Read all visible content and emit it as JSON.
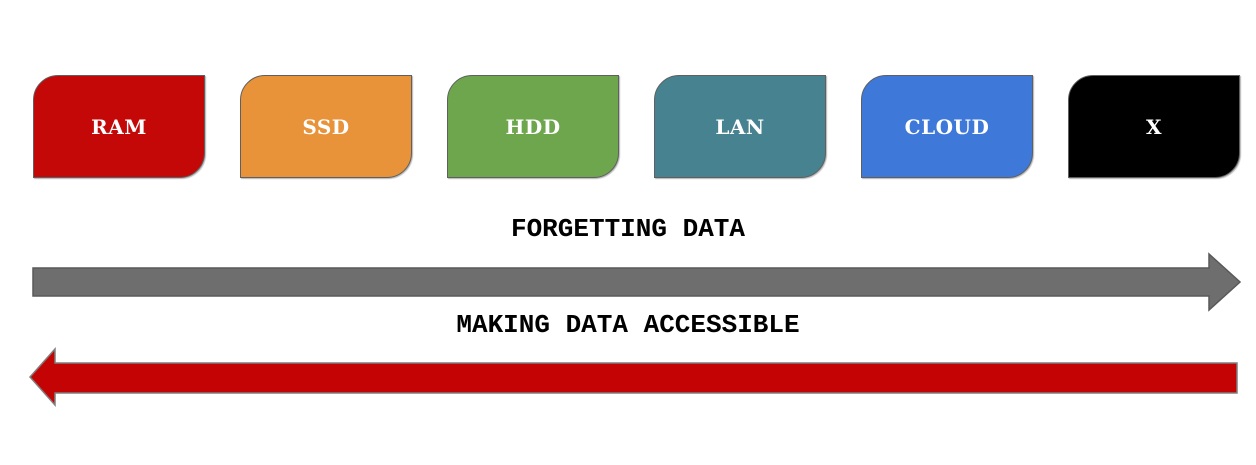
{
  "page": {
    "background": "#FFFFFF"
  },
  "boxes": [
    {
      "label": "RAM",
      "fill": "#C40808",
      "text_color": "#FFFFFF"
    },
    {
      "label": "SSD",
      "fill": "#E89239",
      "text_color": "#FFFFFF"
    },
    {
      "label": "HDD",
      "fill": "#6EA64D",
      "text_color": "#FFFFFF"
    },
    {
      "label": "LAN",
      "fill": "#46828F",
      "text_color": "#FFFFFF"
    },
    {
      "label": "CLOUD",
      "fill": "#3E78D8",
      "text_color": "#FFFFFF"
    },
    {
      "label": "X",
      "fill": "#000000",
      "text_color": "#FFFFFF"
    }
  ],
  "arrows": [
    {
      "label": "FORGETTING DATA",
      "direction": "right",
      "fill": "#6E6E6E",
      "stroke": "#595959"
    },
    {
      "label": "MAKING DATA ACCESSIBLE",
      "direction": "left",
      "fill": "#C40404",
      "stroke": "#7F7F7F"
    }
  ],
  "box_border_color": "#5F5F5F"
}
